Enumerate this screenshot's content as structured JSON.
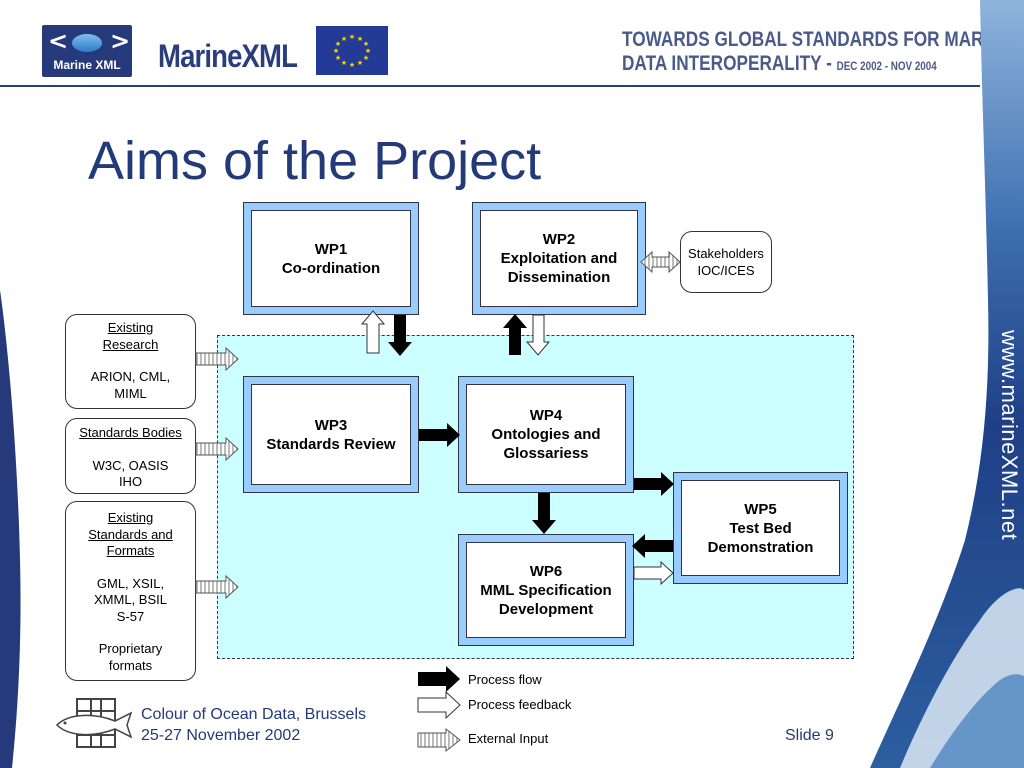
{
  "header": {
    "logo_label": "Marine XML",
    "brand": "MarineXML",
    "banner_line1": "TOWARDS GLOBAL STANDARDS FOR MARINE",
    "banner_line2": "DATA INTEROPERALITY -",
    "banner_dates": "DEC 2002 - NOV 2004"
  },
  "side_url": "www.marineXML.net",
  "title": "Aims of the Project",
  "work_packages": {
    "wp1": {
      "id": "WP1",
      "name": "Co-ordination"
    },
    "wp2": {
      "id": "WP2",
      "name1": "Exploitation and",
      "name2": "Dissemination"
    },
    "wp3": {
      "id": "WP3",
      "name": "Standards Review"
    },
    "wp4": {
      "id": "WP4",
      "name1": "Ontologies and",
      "name2": "Glossariess"
    },
    "wp5": {
      "id": "WP5",
      "name1": "Test Bed",
      "name2": "Demonstration"
    },
    "wp6": {
      "id": "WP6",
      "name1": "MML Specification",
      "name2": "Development"
    }
  },
  "stakeholders": {
    "line1": "Stakeholders",
    "line2": "IOC/ICES"
  },
  "inputs": {
    "research": {
      "title1": "Existing",
      "title2": "Research",
      "line1": "ARION, CML,",
      "line2": "MIML"
    },
    "bodies": {
      "title": "Standards Bodies",
      "line1": "W3C, OASIS",
      "line2": "IHO"
    },
    "formats": {
      "title1": "Existing",
      "title2": "Standards and",
      "title3": "Formats",
      "line1": "GML, XSIL,",
      "line2": "XMML, BSIL",
      "line3": "S-57",
      "line4": "Proprietary",
      "line5": "formats"
    }
  },
  "legend": {
    "flow": "Process flow",
    "feedback": "Process feedback",
    "external": "External Input"
  },
  "footer": {
    "line1": "Colour of Ocean Data, Brussels",
    "line2": "25-27 November 2002",
    "slide": "Slide 9"
  },
  "colors": {
    "navy": "#233a78",
    "wp_border": "#99ccff",
    "work_area": "#ccffff"
  }
}
